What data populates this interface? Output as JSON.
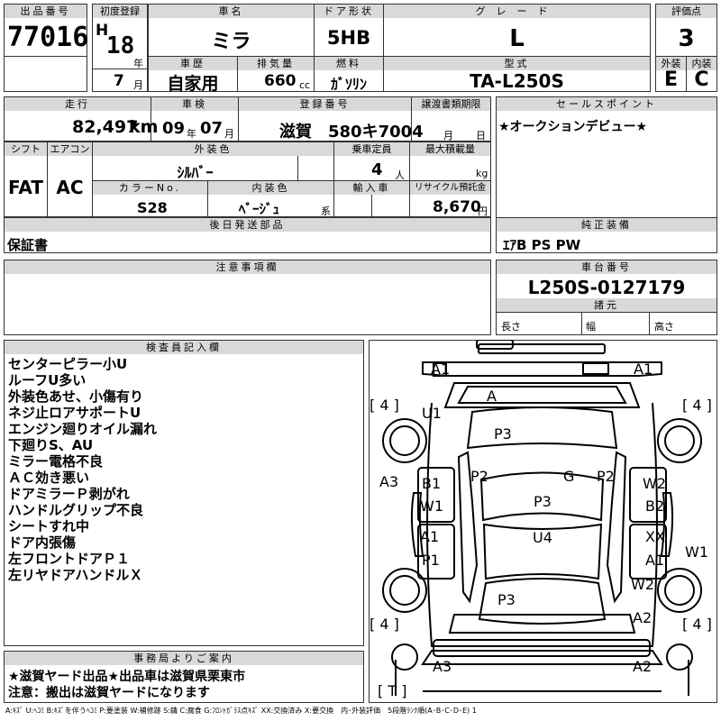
{
  "header": {
    "lot_label": "出品番号",
    "lot": "77016",
    "first_reg_label": "初度登録",
    "era": "H",
    "year": "18",
    "year_unit": "年",
    "month": "7",
    "month_unit": "月",
    "model_label": "車名",
    "model": "ミラ",
    "door_label": "ドア形状",
    "door": "5HB",
    "grade_label": "グレード",
    "grade": "L",
    "score_label": "評価点",
    "score": "3",
    "history_label": "車歴",
    "history": "自家用",
    "displacement_label": "排気量",
    "displacement": "660",
    "displacement_unit": "cc",
    "fuel_label": "燃料",
    "fuel": "ｶﾞｿﾘﾝ",
    "model_code_label": "型式",
    "model_code": "TA-L250S",
    "exterior_label": "外装",
    "exterior": "E",
    "interior_label": "内装",
    "interior": "C"
  },
  "row2": {
    "mileage_label": "走行",
    "mileage": "82,497",
    "mileage_unit": "km",
    "inspection_label": "車検",
    "inspection_year": "09",
    "inspection_year_unit": "年",
    "inspection_month": "07",
    "inspection_month_unit": "月",
    "plate_label": "登録番号",
    "plate": "滋賀　580キ7004",
    "transfer_label": "譲渡書類期限",
    "transfer_month_unit": "月",
    "transfer_day_unit": "日",
    "sales_point_label": "セールスポイント",
    "sales_point": "★オークションデビュー★"
  },
  "row3": {
    "shift_label": "シフト",
    "shift": "FAT",
    "ac_label": "エアコン",
    "ac": "AC",
    "color_label": "外装色",
    "color": "ｼﾙﾊﾞｰ",
    "capacity_label": "乗車定員",
    "capacity": "4",
    "capacity_unit": "人",
    "load_label": "最大積載量",
    "load_unit": "kg",
    "color_no_label": "カラーNo.",
    "color_no": "S28",
    "interior_color_label": "内装色",
    "interior_color": "ﾍﾞｰｼﾞｭ",
    "interior_color_suffix": "系",
    "import_label": "輸入車",
    "recycle_label": "リサイクル預託金",
    "recycle": "8,670",
    "recycle_unit": "円"
  },
  "row4": {
    "later_parts_label": "後日発送部品",
    "later_parts": "保証書",
    "equipment_label": "純正装備",
    "equipment": "ｴｱB PS PW"
  },
  "notes": {
    "label": "注意事項欄",
    "chassis_label": "車台番号",
    "chassis": "L250S-0127179",
    "specs_label": "諸元",
    "length_label": "長さ",
    "width_label": "幅",
    "height_label": "高さ"
  },
  "inspector": {
    "label": "検査員記入欄",
    "lines": [
      "センターピラー小U",
      "ルーフU多い",
      "外装色あせ、小傷有り",
      "ネジ止ロアサポートU",
      "エンジン廻りオイル漏れ",
      "下廻りS、AU",
      "ミラー電格不良",
      "ＡＣ効き悪い",
      "ドアミラーＰ剥がれ",
      "ハンドルグリップ不良",
      "シートすれ中",
      "ドア内張傷",
      "左フロントドアＰ１",
      "左リヤドアハンドルＸ"
    ]
  },
  "office": {
    "label": "事務局よりご案内",
    "line1": "★滋賀ヤード出品★出品車は滋賀県栗東市",
    "line2": "注意：搬出は滋賀ヤードになります"
  },
  "diagram": {
    "labels": [
      "A1",
      "A1",
      "[ 4 ]",
      "[ 4 ]",
      "U1",
      "A",
      "P3",
      "A3",
      "B1",
      "P2",
      "G",
      "P2",
      "W2",
      "W1",
      "P3",
      "B2",
      "A1",
      "U4",
      "XX",
      "P1",
      "A1",
      "W1",
      "W2",
      "P3",
      "[ 4 ]",
      "A2",
      "[ 4 ]",
      "A3",
      "A2",
      "[ T ]"
    ]
  },
  "legend": "A:ｷｽﾞ U:ﾍｺﾐ B:ｷｽﾞを伴うﾍｺﾐ P:要塗装 W:補修跡 S:錆 C:腐食 G:ﾌﾛﾝﾄｶﾞﾗｽ点ｷｽﾞ XX:交換済み X:要交換　内･外装評価　5段階ﾗﾝｸ順(A･B･C･D･E) 1"
}
